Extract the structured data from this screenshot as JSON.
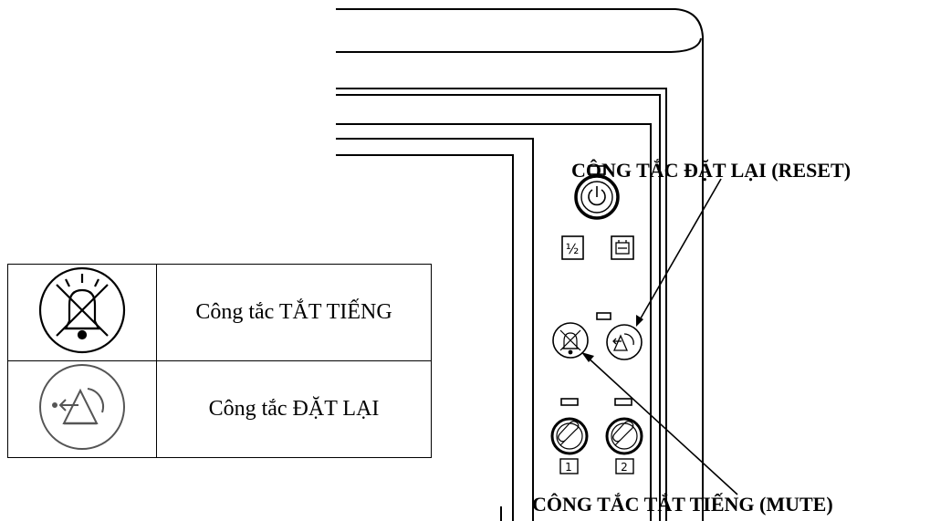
{
  "callouts": {
    "reset": "CÔNG TẮC ĐẶT LẠI (RESET)",
    "mute": "CÔNG TẮC TẮT TIẾNG (MUTE)"
  },
  "panel": {
    "key_percent": "½",
    "channel_1": "1",
    "channel_2": "2"
  },
  "legend": {
    "rows": [
      {
        "icon": "alarm-mute-icon",
        "label": "Công tắc TẮT TIẾNG"
      },
      {
        "icon": "alarm-reset-icon",
        "label": "Công tắc ĐẶT LẠI"
      }
    ]
  },
  "colors": {
    "line": "#000000",
    "reset_icon_line": "#555555",
    "background": "#ffffff"
  }
}
